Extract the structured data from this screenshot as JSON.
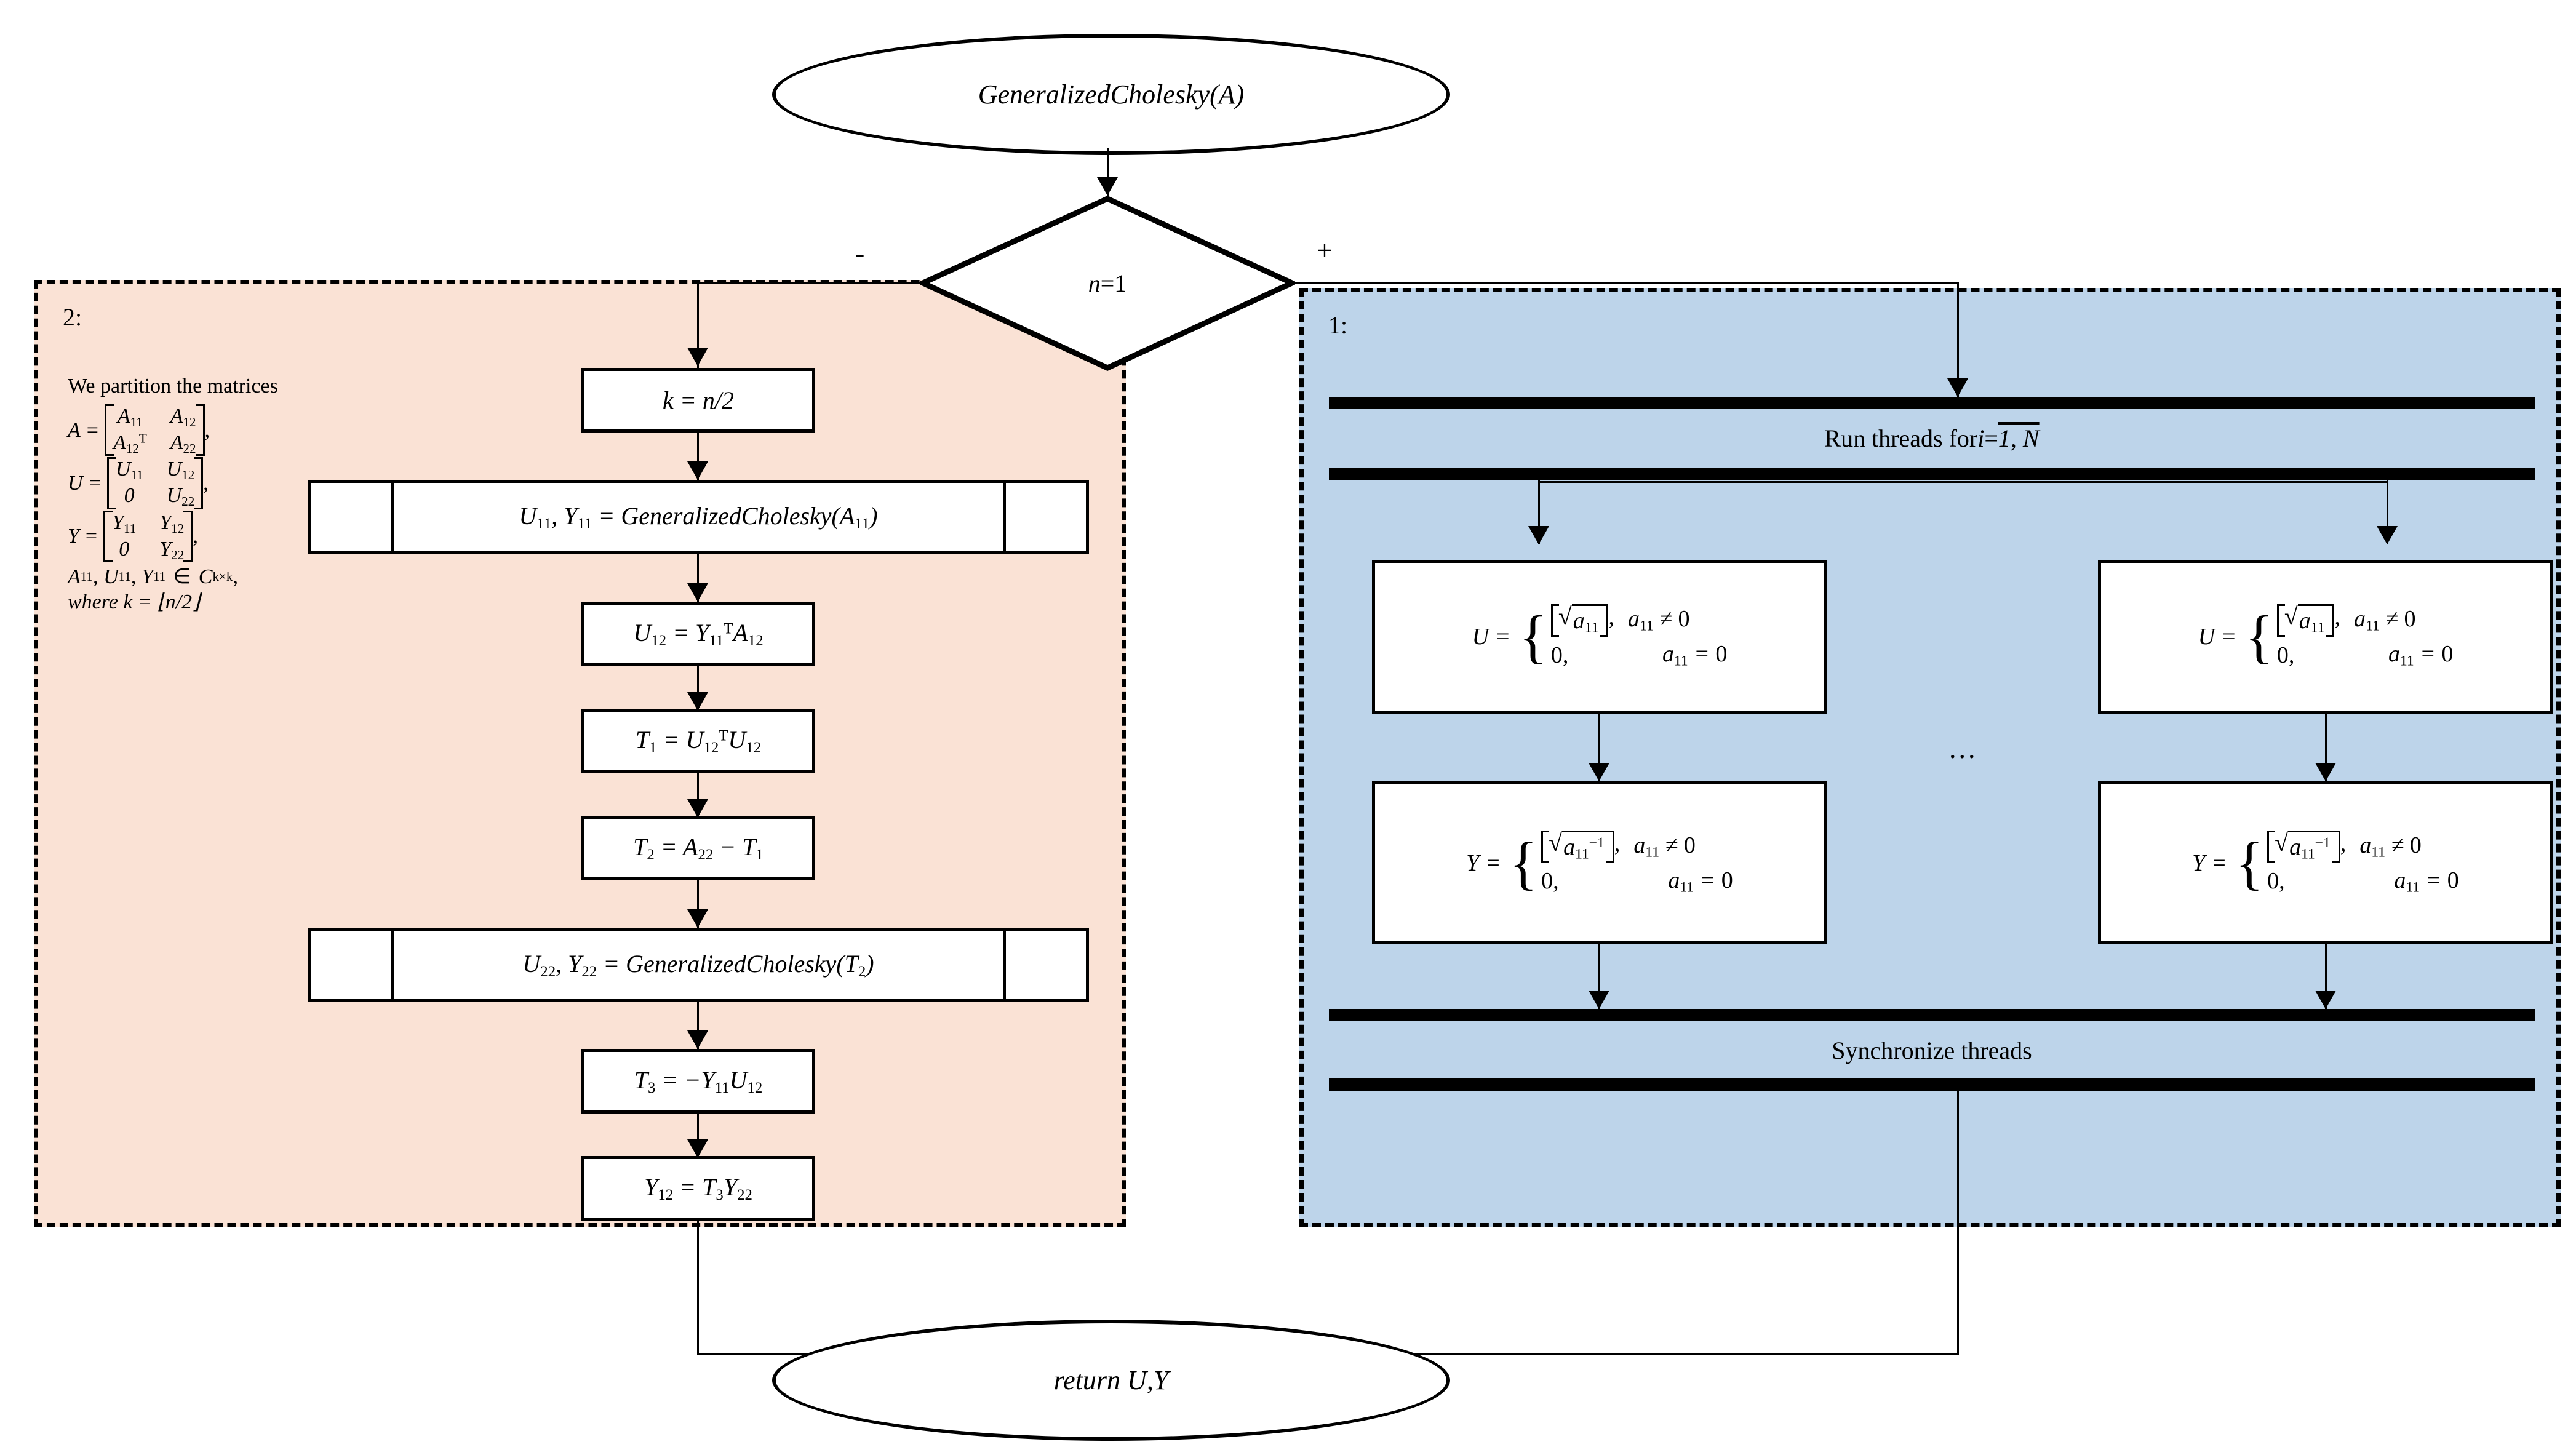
{
  "diagram": {
    "title_node": "GeneralizedCholesky(A)",
    "return_node": "return U,Y",
    "decision": {
      "label_var": "n",
      "label_rest": "=1"
    },
    "branch_negative": "-",
    "branch_positive": "+",
    "ellipsis": "..."
  },
  "left_panel": {
    "tag": "2:",
    "explain": {
      "line1": "We partition the matrices",
      "A_label": "A",
      "A_cells": [
        "A",
        "11",
        "A",
        "12",
        "A",
        "12",
        "T",
        "A",
        "22"
      ],
      "U_label": "U",
      "Y_label": "Y",
      "membership": "A11, U11, Y11  ∈ C",
      "membership_exp": "k×k",
      "where": "where k = ⌊n/2⌋"
    },
    "steps": [
      {
        "name": "k-assign",
        "text": "k = n/2"
      },
      {
        "name": "recurse-a11",
        "text": "U11, Y11 = GeneralizedCholesky(A11)",
        "kind": "subroutine"
      },
      {
        "name": "u12-assign",
        "text": "U12 = Y11ᵀ A12"
      },
      {
        "name": "t1-assign",
        "text": "T1 = U12ᵀ U12"
      },
      {
        "name": "t2-assign",
        "text": "T2 = A22 − T1"
      },
      {
        "name": "recurse-t2",
        "text": "U22, Y22 = GeneralizedCholesky(T2)",
        "kind": "subroutine"
      },
      {
        "name": "t3-assign",
        "text": "T3 = −Y11 U12"
      },
      {
        "name": "y12-assign",
        "text": "Y12 = T3 Y22"
      }
    ]
  },
  "right_panel": {
    "tag": "1:",
    "fork_label_prefix": "Run threads for ",
    "fork_label_var": "i",
    "fork_label_eq": " = ",
    "fork_label_range": "1, N",
    "join_label": "Synchronize threads",
    "threads": [
      {
        "name": "thread-first",
        "U": {
          "lhs": "U",
          "case1_value": "a",
          "case1_sub": "11",
          "case1_cond": "a11 ≠ 0",
          "case2_value": "0,",
          "case2_cond": "a11 = 0"
        },
        "Y": {
          "lhs": "Y",
          "case1_value": "a",
          "case1_sub": "11",
          "case1_sup": "−1",
          "case1_cond": "a11 ≠ 0",
          "case2_value": "0,",
          "case2_cond": "a11 = 0"
        }
      },
      {
        "name": "thread-last",
        "U": {
          "lhs": "U",
          "case1_value": "a",
          "case1_sub": "11",
          "case1_cond": "a11 ≠ 0",
          "case2_value": "0,",
          "case2_cond": "a11 = 0"
        },
        "Y": {
          "lhs": "Y",
          "case1_value": "a",
          "case1_sub": "11",
          "case1_sup": "−1",
          "case1_cond": "a11 ≠ 0",
          "case2_value": "0,",
          "case2_cond": "a11 = 0"
        }
      }
    ]
  },
  "colors": {
    "left_panel_fill": "#FAE2D5",
    "right_panel_fill": "#BDD4EA",
    "stroke": "#000000",
    "page_background": "#FFFFFF"
  }
}
